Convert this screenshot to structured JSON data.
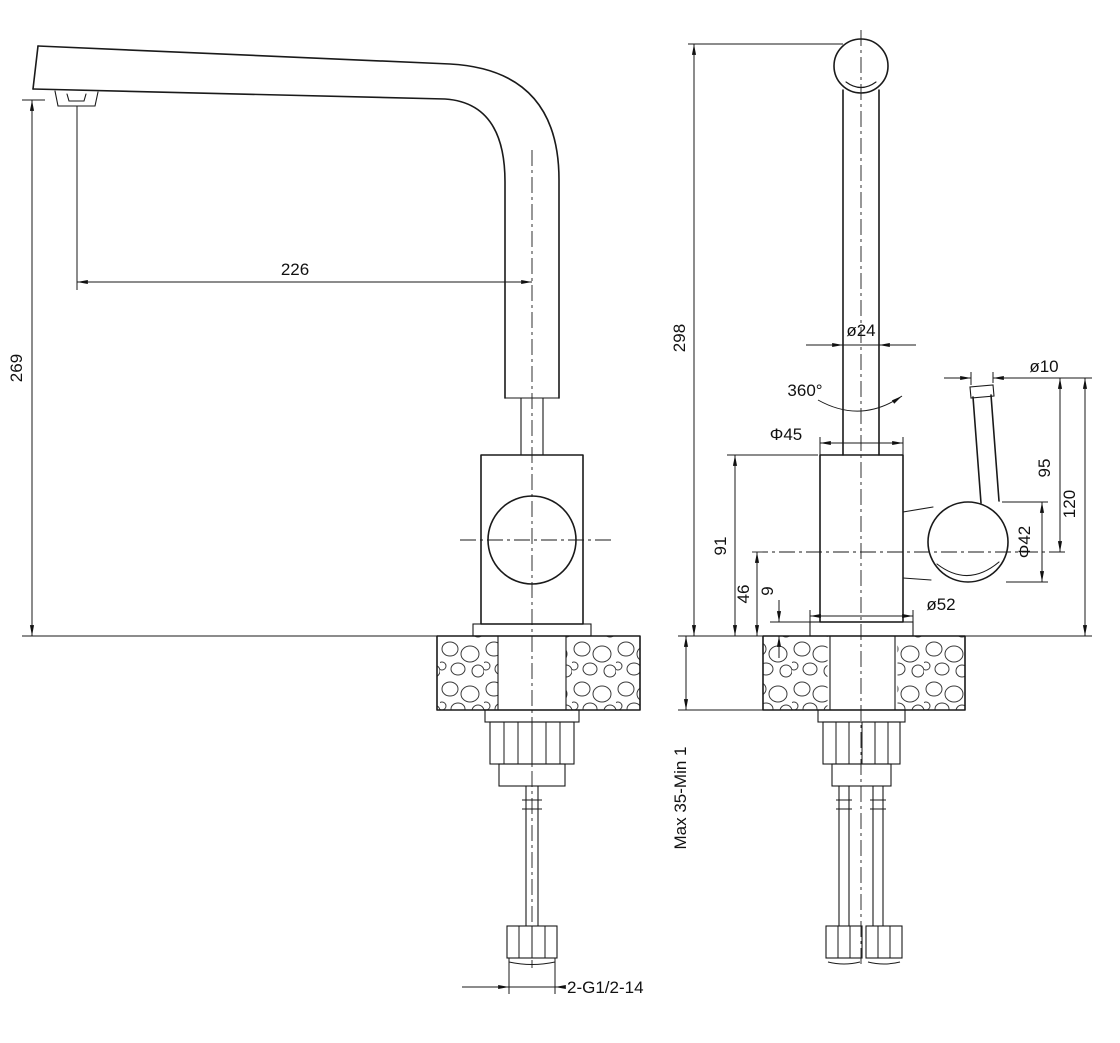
{
  "drawing": {
    "kind": "faucet-technical-drawing",
    "left_view": {
      "spout_reach": "226",
      "spout_height": "269",
      "thread_spec": "2-G1/2-14"
    },
    "right_view": {
      "total_height": "298",
      "pipe_diameter": "ø24",
      "swivel_angle": "360°",
      "body_diameter": "Φ45",
      "handle_rod_diameter": "ø10",
      "rod_height": "95",
      "handle_height": "120",
      "joint_diameter": "Φ42",
      "base_diameter": "ø52",
      "body_height": "91",
      "joint_center_height": "46",
      "flange_height": "9",
      "mounting_range": "Max 35-Min 1"
    }
  }
}
